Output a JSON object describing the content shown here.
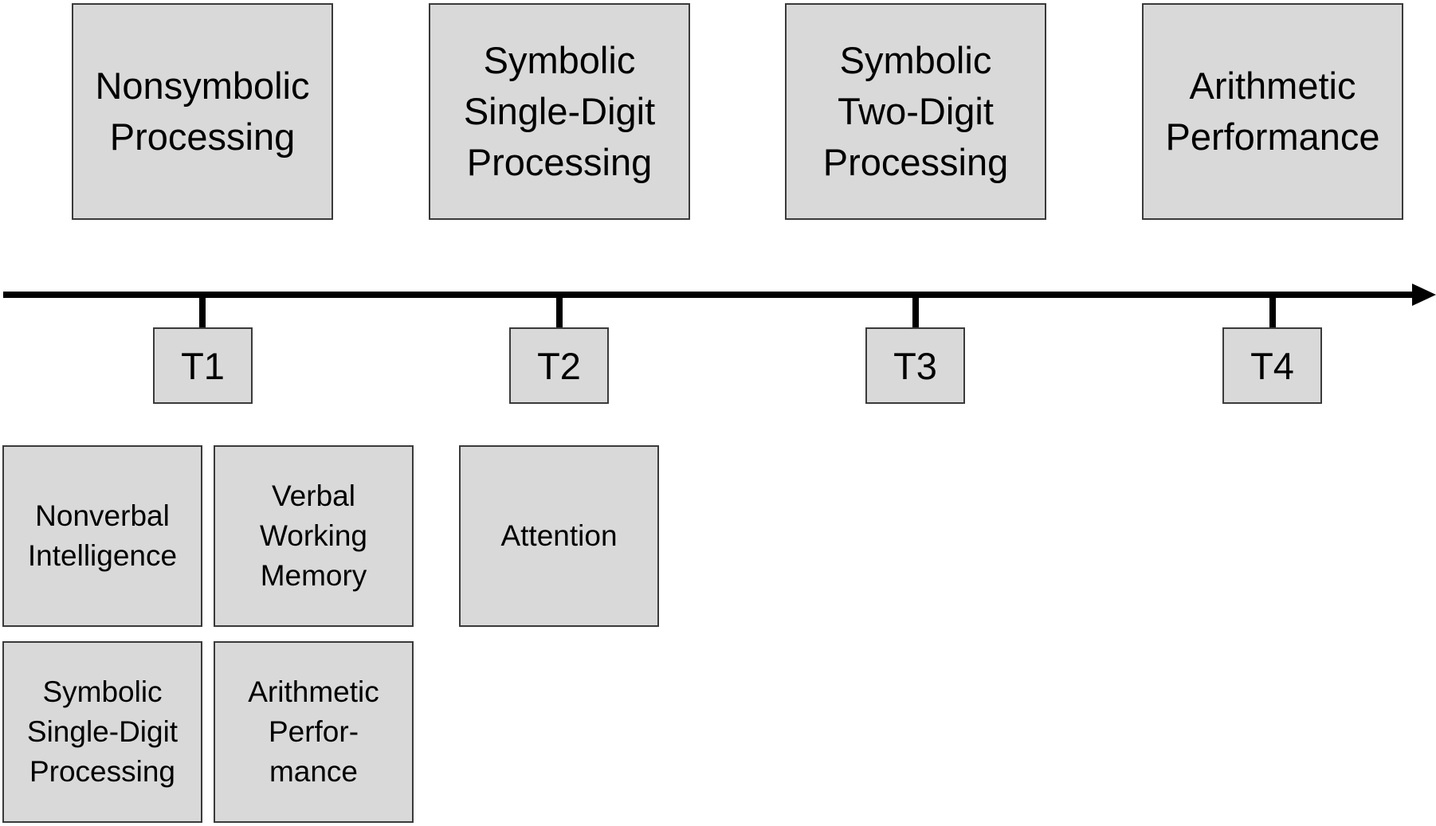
{
  "colors": {
    "box_fill": "#d9d9d9",
    "box_border": "#3a3a3a",
    "axis": "#000000",
    "background": "#ffffff"
  },
  "top_boxes": [
    {
      "label": "Nonsymbolic\nProcessing"
    },
    {
      "label": "Symbolic\nSingle-Digit\nProcessing"
    },
    {
      "label": "Symbolic\nTwo-Digit\nProcessing"
    },
    {
      "label": "Arithmetic\nPerformance"
    }
  ],
  "time_points": [
    {
      "label": "T1"
    },
    {
      "label": "T2"
    },
    {
      "label": "T3"
    },
    {
      "label": "T4"
    }
  ],
  "control_boxes": {
    "t1": [
      {
        "label": "Nonverbal\nIntelligence"
      },
      {
        "label": "Verbal\nWorking\nMemory"
      },
      {
        "label": "Symbolic\nSingle-Digit\nProcessing"
      },
      {
        "label": "Arithmetic\nPerfor-\nmance"
      }
    ],
    "t2": [
      {
        "label": "Attention"
      }
    ]
  }
}
